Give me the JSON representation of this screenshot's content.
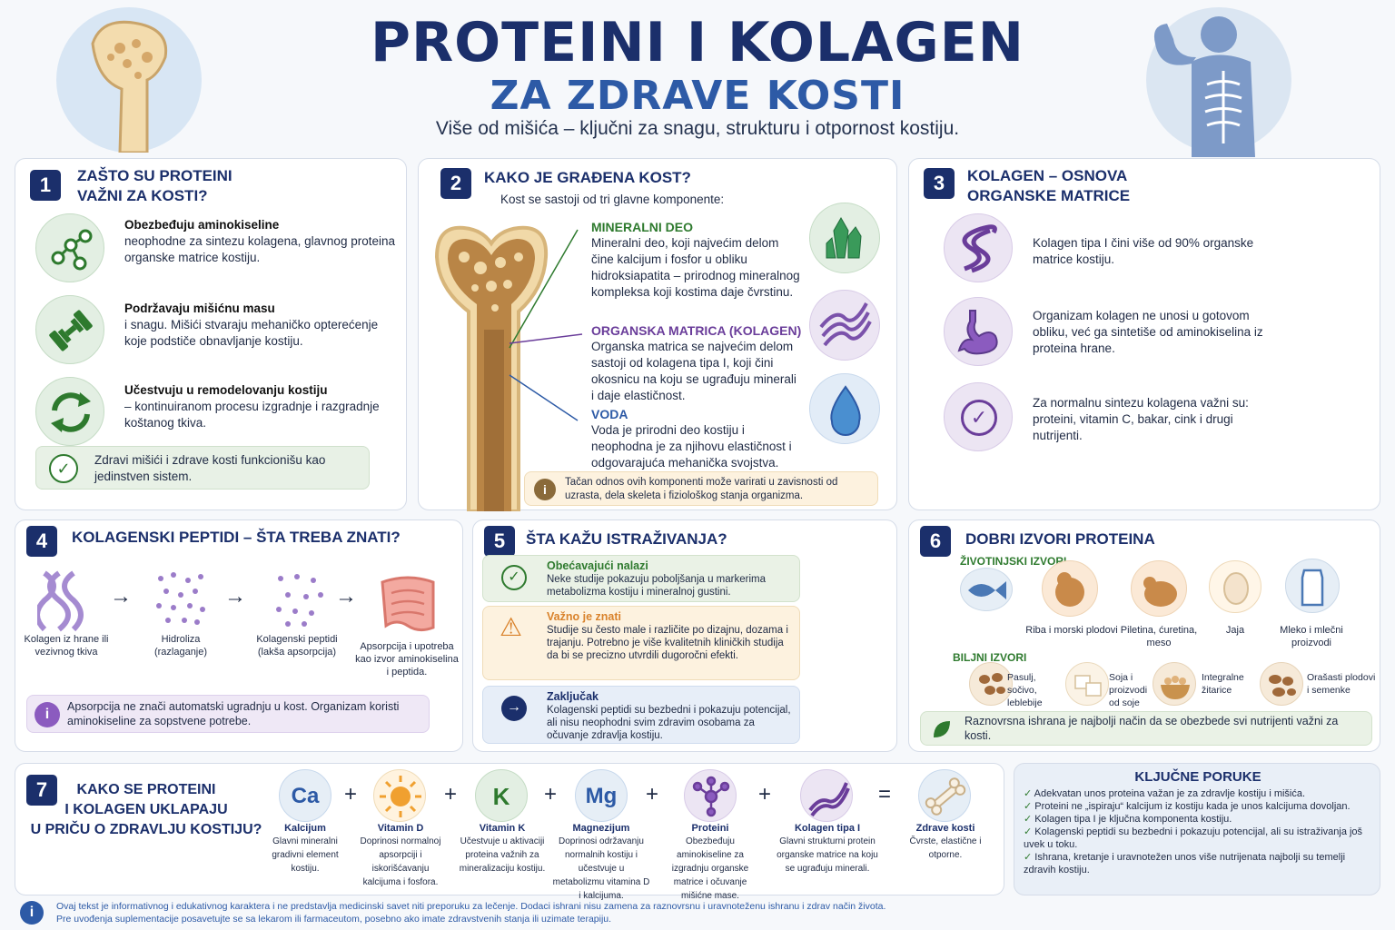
{
  "header": {
    "title": "PROTEINI I KOLAGEN",
    "title2": "ZA ZDRAVE KOSTI",
    "subtitle": "Više od mišića – ključni za snagu, strukturu i otpornost kostiju."
  },
  "s1": {
    "num": "1",
    "title": "ZAŠTO SU PROTEINI\nVAŽNI ZA KOSTI?",
    "items": [
      {
        "head": "Obezbeđuju aminokiseline",
        "body": "neophodne za sintezu kolagena, glavnog proteina organske matrice kostiju."
      },
      {
        "head": "Podržavaju mišićnu masu",
        "body": "i snagu. Mišići stvaraju mehaničko opterećenje koje podstiče obnavljanje kostiju."
      },
      {
        "head": "Učestvuju u remodelovanju kostiju",
        "body": "– kontinuiranom procesu izgradnje i razgradnje koštanog tkiva."
      }
    ],
    "note": "Zdravi mišići i zdrave kosti funkcionišu kao jedinstven sistem."
  },
  "s2": {
    "num": "2",
    "title": "KAKO JE GRAĐENA KOST?",
    "intro": "Kost se sastoji od tri glavne komponente:",
    "items": [
      {
        "head": "MINERALNI DEO",
        "body": "Mineralni deo, koji najvećim delom čine kalcijum i fosfor u obliku hidroksiapatita – prirodnog mineralnog kompleksa koji kostima daje čvrstinu.",
        "color": "#2e7a2e"
      },
      {
        "head": "ORGANSKA MATRICA (KOLAGEN)",
        "body": "Organska matrica se najvećim delom sastoji od kolagena tipa I, koji čini okosnicu na koju se ugrađuju minerali i daje elastičnost.",
        "color": "#6a3d9a"
      },
      {
        "head": "VODA",
        "body": "Voda je prirodni deo kostiju i neophodna je za njihovu elastičnost i odgovarajuća mehanička svojstva.",
        "color": "#2d5aa6"
      }
    ],
    "note": "Tačan odnos ovih komponenti može varirati u zavisnosti od uzrasta, dela skeleta i fiziološkog stanja organizma."
  },
  "s3": {
    "num": "3",
    "title": "KOLAGEN – OSNOVA\nORGANSKE MATRICE",
    "items": [
      "Kolagen tipa I čini više od 90% organske matrice kostiju.",
      "Organizam kolagen ne unosi u gotovom obliku, već ga sintetiše od aminokiselina iz proteina hrane.",
      "Za normalnu sintezu kolagena važni su: proteini, vitamin C, bakar, cink i drugi nutrijenti."
    ]
  },
  "s4": {
    "num": "4",
    "title": "KOLAGENSKI PEPTIDI – ŠTA TREBA ZNATI?",
    "steps": [
      "Kolagen iz hrane ili vezivnog tkiva",
      "Hidroliza (razlaganje)",
      "Kolagenski peptidi (lakša apsorpcija)",
      "Apsorpcija i upotreba kao izvor aminokiselina i peptida."
    ],
    "note": "Apsorpcija ne znači automatski ugradnju u kost. Organizam koristi aminokiseline za sopstvene potrebe."
  },
  "s5": {
    "num": "5",
    "title": "ŠTA KAŽU ISTRAŽIVANJA?",
    "items": [
      {
        "head": "Obećavajući nalazi",
        "body": "Neke studije pokazuju poboljšanja u markerima metabolizma kostiju i mineralnoj gustini."
      },
      {
        "head": "Važno je znati",
        "body": "Studije su često male i različite po dizajnu, dozama i trajanju. Potrebno je više kvalitetnih kliničkih studija da bi se precizno utvrdili dugoročni efekti."
      },
      {
        "head": "Zaključak",
        "body": "Kolagenski peptidi su bezbedni i pokazuju potencijal, ali nisu neophodni svim zdravim osobama za očuvanje zdravlja kostiju."
      }
    ]
  },
  "s6": {
    "num": "6",
    "title": "DOBRI IZVORI PROTEINA",
    "animal_head": "ŽIVOTINJSKI IZVORI",
    "animal": [
      "Riba i morski plodovi",
      "Piletina, ćuretina, meso",
      "Jaja",
      "Mleko i mlečni proizvodi"
    ],
    "plant_head": "BILJNI IZVORI",
    "plant": [
      "Pasulj, sočivo, leblebije",
      "Soja i proizvodi od soje",
      "Integralne žitarice",
      "Orašasti plodovi i semenke"
    ],
    "note": "Raznovrsna ishrana je najbolji način da se obezbede svi nutrijenti važni za kosti."
  },
  "s7": {
    "num": "7",
    "title": "KAKO SE PROTEINI\nI KOLAGEN UKLAPAJU\nU PRIČU O ZDRAVLJU KOSTIJU?",
    "items": [
      {
        "sym": "Ca",
        "name": "Kalcijum",
        "desc": "Glavni mineralni gradivni element kostiju."
      },
      {
        "sym": "",
        "name": "Vitamin D",
        "desc": "Doprinosi normalnoj apsorpciji i iskorišćavanju kalcijuma i fosfora."
      },
      {
        "sym": "K",
        "name": "Vitamin K",
        "desc": "Učestvuje u aktivaciji proteina važnih za mineralizaciju kostiju."
      },
      {
        "sym": "Mg",
        "name": "Magnezijum",
        "desc": "Doprinosi održavanju normalnih kostiju i učestvuje u metabolizmu vitamina D i kalcijuma."
      },
      {
        "sym": "",
        "name": "Proteini",
        "desc": "Obezbeđuju aminokiseline za izgradnju organske matrice i očuvanje mišićne mase."
      },
      {
        "sym": "",
        "name": "Kolagen tipa I",
        "desc": "Glavni strukturni protein organske matrice na koju se ugrađuju minerali."
      },
      {
        "sym": "",
        "name": "Zdrave kosti",
        "desc": "Čvrste, elastične i otporne."
      }
    ],
    "plus": "+",
    "eq": "="
  },
  "key": {
    "title": "KLJUČNE PORUKE",
    "items": [
      "Adekvatan unos proteina važan je za zdravlje kostiju i mišića.",
      "Proteini ne „ispiraju“ kalcijum iz kostiju kada je unos kalcijuma dovoljan.",
      "Kolagen tipa I je ključna komponenta kostiju.",
      "Kolagenski peptidi su bezbedni i pokazuju potencijal, ali su istraživanja još uvek u toku.",
      "Ishrana, kretanje i uravnotežen unos više nutrijenata najbolji su temelji zdravih kostiju."
    ]
  },
  "footer": {
    "line1": "Ovaj tekst je informativnog i edukativnog karaktera i ne predstavlja medicinski savet niti preporuku za lečenje. Dodaci ishrani nisu zamena za raznovrsnu i uravnoteženu ishranu i zdrav način života.",
    "line2": "Pre uvođenja suplementacije posavetujte se sa lekarom ili farmaceutom, posebno ako imate zdravstvenih stanja ili uzimate terapiju."
  },
  "colors": {
    "navy": "#1b2f6b",
    "green": "#2e7a2e",
    "purple": "#6a3d9a",
    "blue": "#2d5aa6",
    "orange": "#d9822b"
  }
}
